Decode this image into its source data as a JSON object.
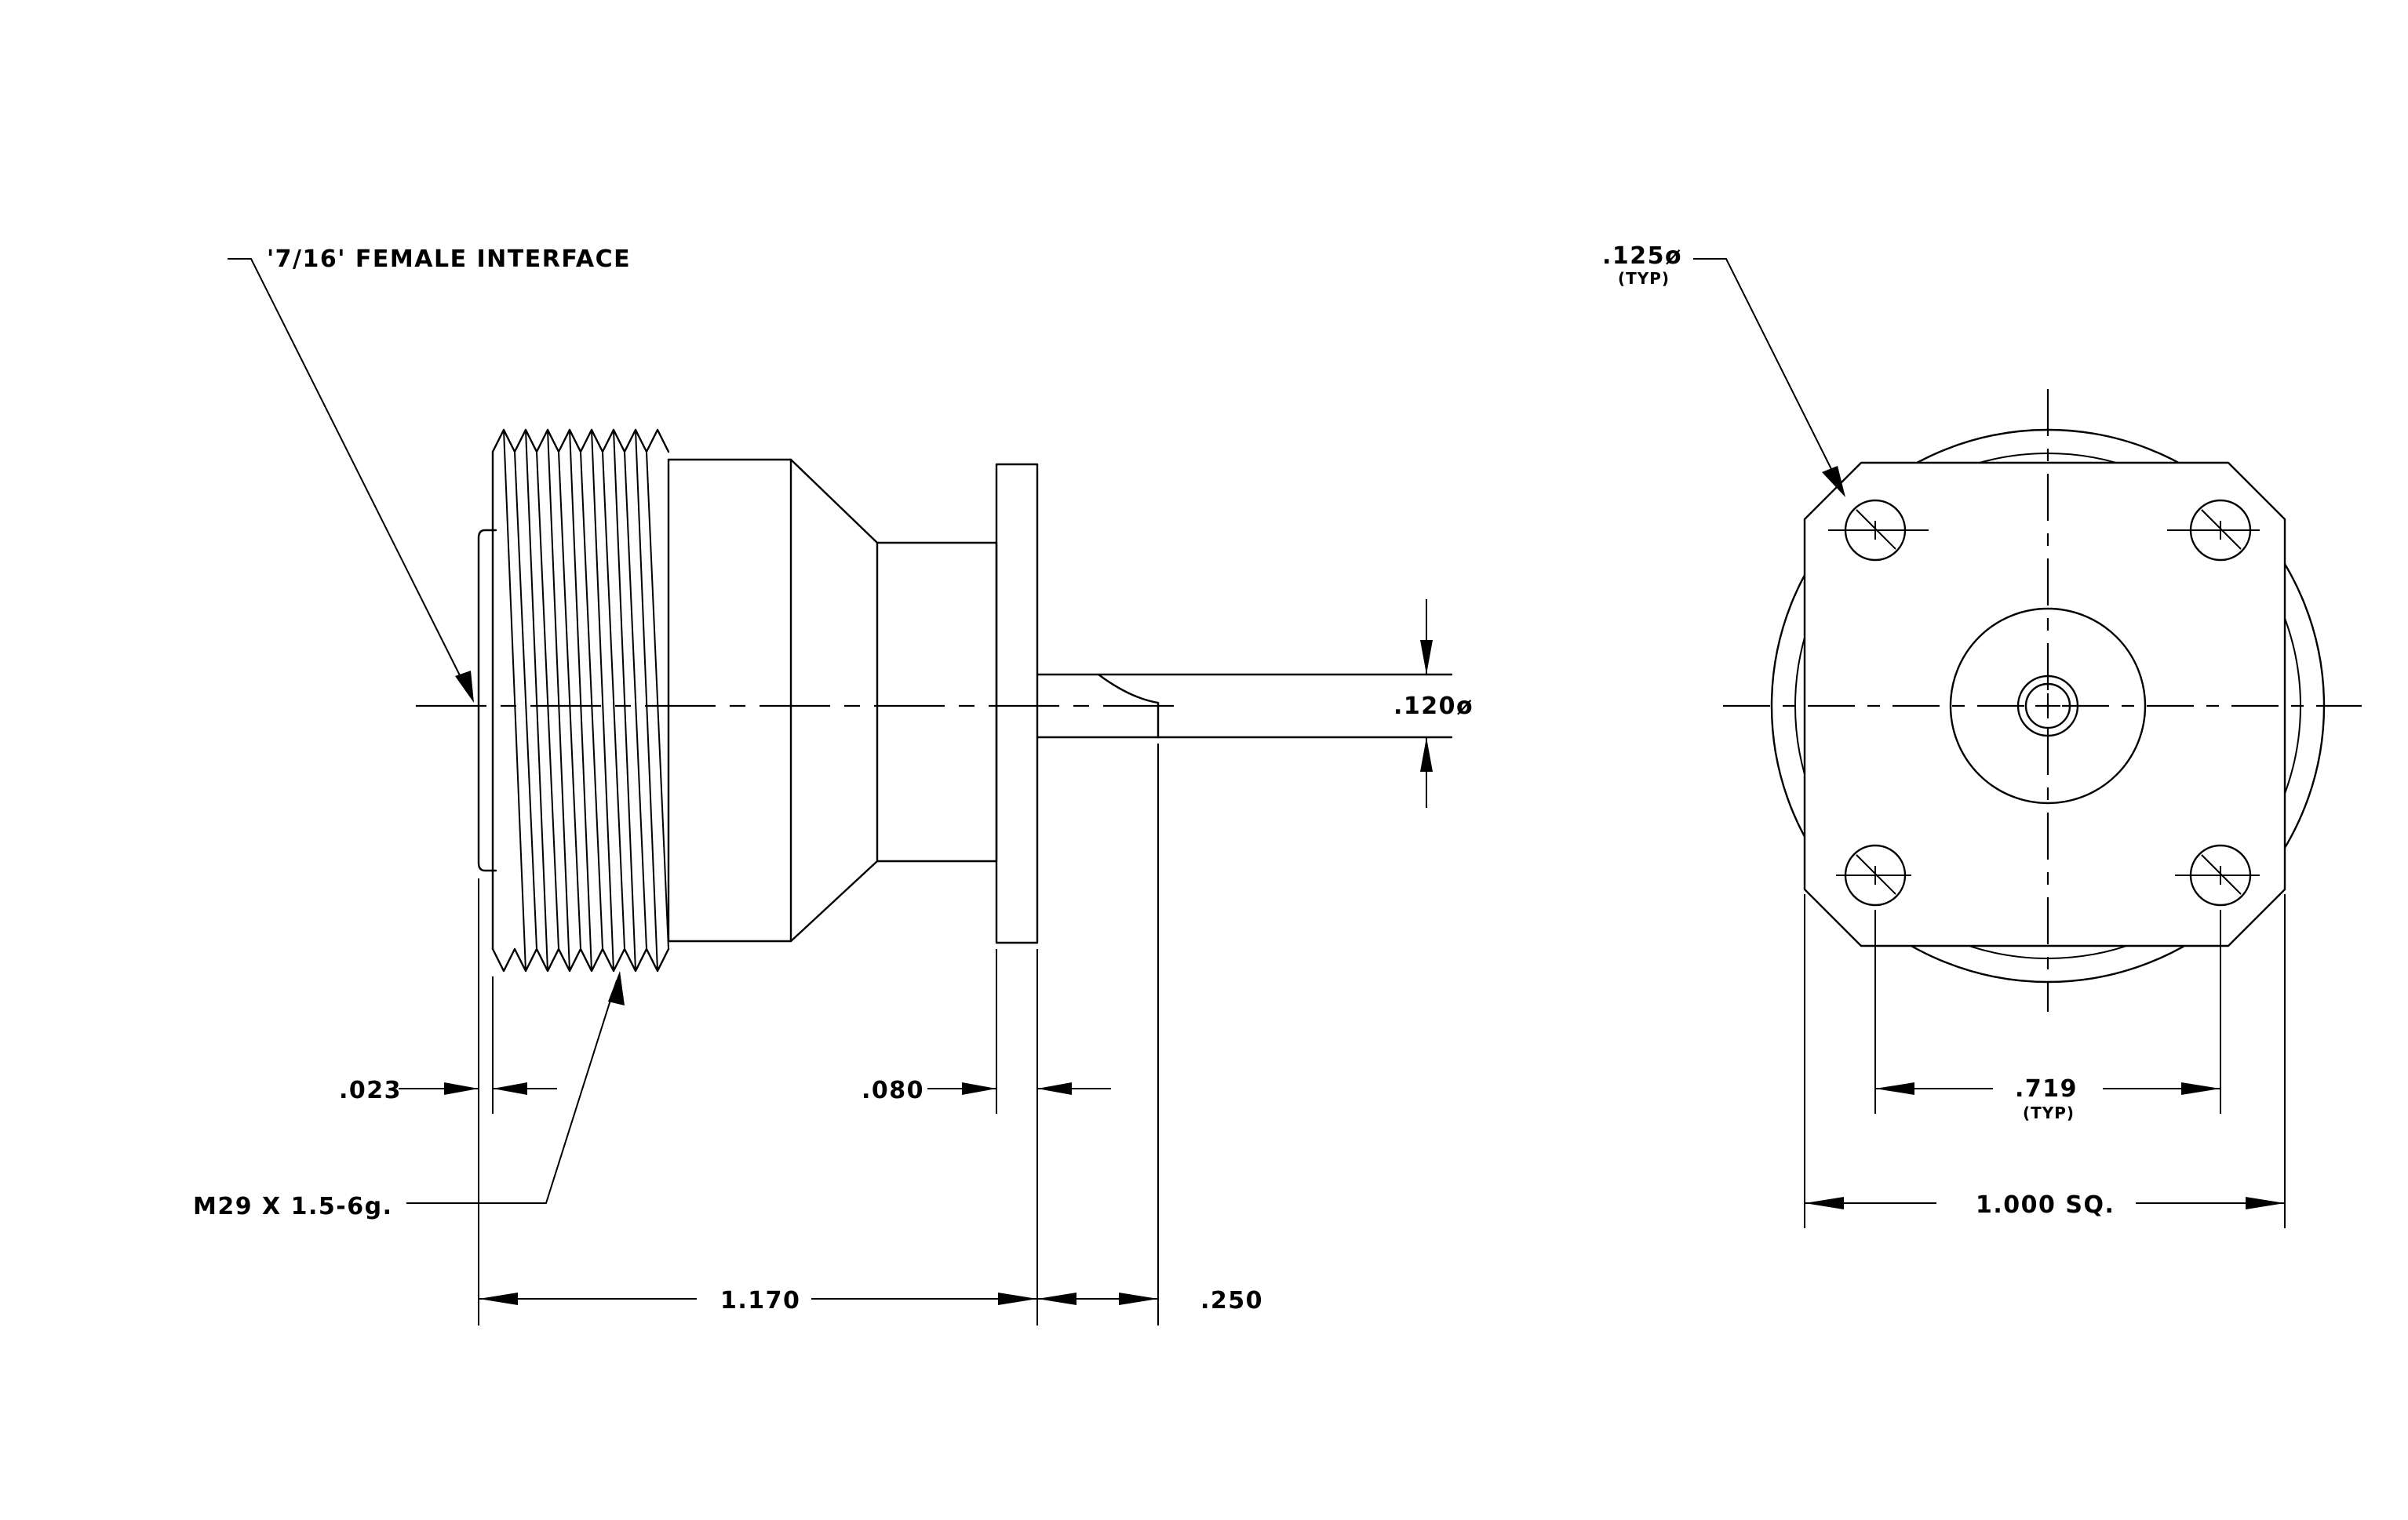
{
  "labels": {
    "interface": "'7/16' FEMALE INTERFACE",
    "thread": "M29 X 1.5-6g.",
    "dim_023": ".023",
    "dim_080": ".080",
    "dim_1170": "1.170",
    "dim_250": ".250",
    "dim_120": ".120ø",
    "dim_125": ".125ø",
    "typ_125": "(TYP)",
    "dim_719": ".719",
    "typ_719": "(TYP)",
    "dim_1000": "1.000 SQ."
  }
}
